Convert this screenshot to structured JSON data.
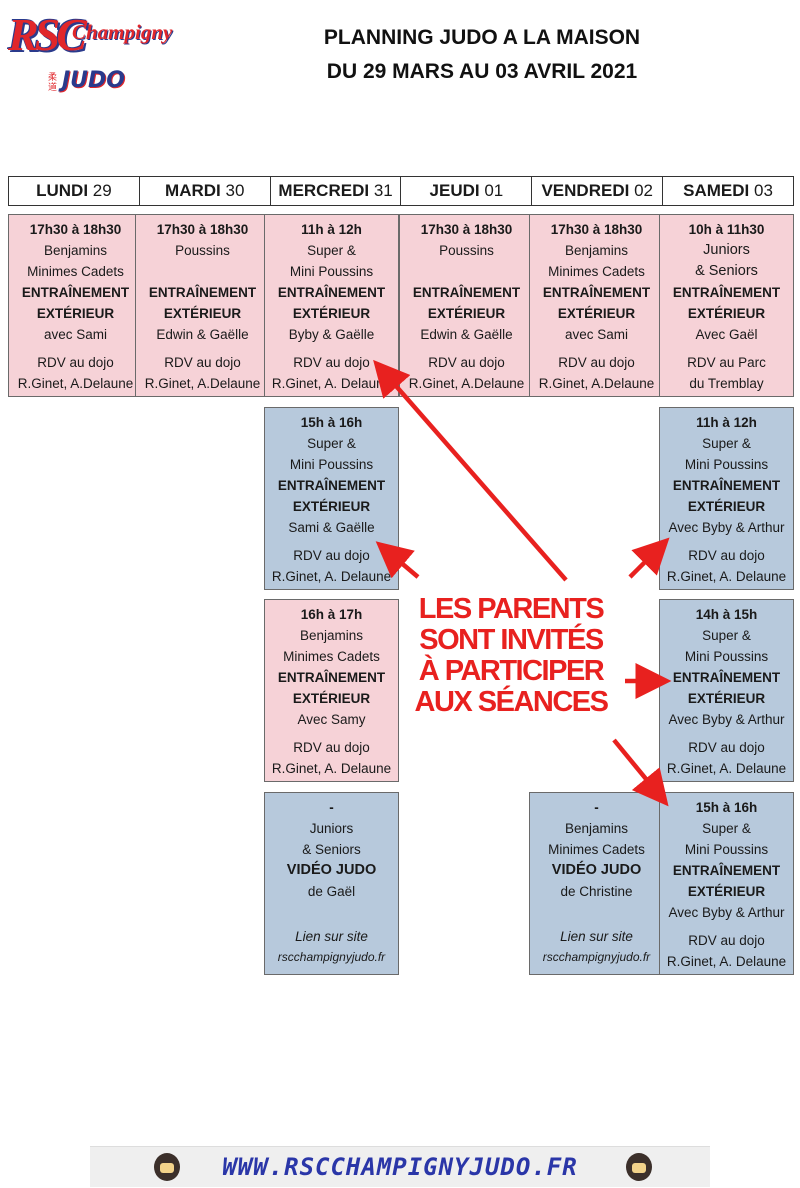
{
  "logo": {
    "rsc": "RSC",
    "champigny": "Champigny",
    "judo": "JUDO",
    "kanji": "柔道"
  },
  "title": {
    "line1": "PLANNING JUDO A LA MAISON",
    "line2": "DU 29 MARS AU 03 AVRIL 2021"
  },
  "days": [
    {
      "name": "LUNDI",
      "num": "29"
    },
    {
      "name": "MARDI",
      "num": "30"
    },
    {
      "name": "MERCREDI",
      "num": "31"
    },
    {
      "name": "JEUDI",
      "num": "01"
    },
    {
      "name": "VENDREDI",
      "num": "02"
    },
    {
      "name": "SAMEDI",
      "num": "03"
    }
  ],
  "row1": [
    {
      "time": "17h30 à 18h30",
      "g1": "Benjamins",
      "g2": "Minimes Cadets",
      "t1": "ENTRAÎNEMENT",
      "t2": "EXTÉRIEUR",
      "coach": "avec  Sami",
      "place1": "RDV au dojo",
      "place2": "R.Ginet, A.Delaune"
    },
    {
      "time": "17h30 à 18h30",
      "g1": "Poussins",
      "g2": "",
      "t1": "ENTRAÎNEMENT",
      "t2": "EXTÉRIEUR",
      "coach": "Edwin & Gaëlle",
      "place1": "RDV au dojo",
      "place2": "R.Ginet, A.Delaune"
    },
    {
      "time": "11h à 12h",
      "g1": "Super &",
      "g2": "Mini Poussins",
      "t1": "ENTRAÎNEMENT",
      "t2": "EXTÉRIEUR",
      "coach": "Byby & Gaëlle",
      "place1": "RDV au dojo",
      "place2": "R.Ginet, A. Delaune"
    },
    {
      "time": "17h30 à 18h30",
      "g1": "Poussins",
      "g2": "",
      "t1": "ENTRAÎNEMENT",
      "t2": "EXTÉRIEUR",
      "coach": "Edwin & Gaëlle",
      "place1": "RDV au dojo",
      "place2": "R.Ginet, A.Delaune"
    },
    {
      "time": "17h30 à 18h30",
      "g1": "Benjamins",
      "g2": "Minimes Cadets",
      "t1": "ENTRAÎNEMENT",
      "t2": "EXTÉRIEUR",
      "coach": "avec  Sami",
      "place1": "RDV au dojo",
      "place2": "R.Ginet, A.Delaune"
    },
    {
      "time": "10h à 11h30",
      "g1": "Juniors",
      "g2": "& Seniors",
      "t1": "ENTRAÎNEMENT",
      "t2": "EXTÉRIEUR",
      "coach": "Avec Gaël",
      "place1": "RDV au Parc",
      "place2": "du Tremblay"
    }
  ],
  "wed": [
    {
      "time": "15h à 16h",
      "g1": "Super &",
      "g2": "Mini Poussins",
      "t1": "ENTRAÎNEMENT",
      "t2": "EXTÉRIEUR",
      "coach": "Sami & Gaëlle",
      "place1": "RDV au dojo",
      "place2": "R.Ginet, A. Delaune"
    },
    {
      "time": "16h à 17h",
      "g1": "Benjamins",
      "g2": "Minimes Cadets",
      "t1": "ENTRAÎNEMENT",
      "t2": "EXTÉRIEUR",
      "coach": "Avec Samy",
      "place1": "RDV au dojo",
      "place2": "R.Ginet, A. Delaune"
    },
    {
      "time": "-",
      "g1": "Juniors",
      "g2": "& Seniors",
      "t1": "VIDÉO JUDO",
      "coach": "de Gaël",
      "link1": "Lien sur site",
      "link2": "rscchampignyjudo.fr"
    }
  ],
  "fri": {
    "time": "-",
    "g1": "Benjamins",
    "g2": "Minimes Cadets",
    "t1": "VIDÉO JUDO",
    "coach": "de Christine",
    "link1": "Lien sur site",
    "link2": "rscchampignyjudo.fr"
  },
  "sat": [
    {
      "time": "11h à 12h",
      "g1": "Super &",
      "g2": "Mini Poussins",
      "t1": "ENTRAÎNEMENT",
      "t2": "EXTÉRIEUR",
      "coach": "Avec Byby & Arthur",
      "place1": "RDV au dojo",
      "place2": "R.Ginet, A. Delaune"
    },
    {
      "time": "14h à 15h",
      "g1": "Super &",
      "g2": "Mini Poussins",
      "t1": "ENTRAÎNEMENT",
      "t2": "EXTÉRIEUR",
      "coach": "Avec Byby & Arthur",
      "place1": "RDV au dojo",
      "place2": "R.Ginet, A. Delaune"
    },
    {
      "time": "15h à 16h",
      "g1": "Super &",
      "g2": "Mini Poussins",
      "t1": "ENTRAÎNEMENT",
      "t2": "EXTÉRIEUR",
      "coach": "Avec Byby & Arthur",
      "place1": "RDV au dojo",
      "place2": "R.Ginet, A. Delaune"
    }
  ],
  "parents": [
    "LES PARENTS",
    "SONT INVITÉS",
    "À PARTICIPER",
    "AUX SÉANCES"
  ],
  "footer": {
    "url": "WWW.RSCCHAMPIGNYJUDO.FR"
  },
  "colors": {
    "pink": "#f6d2d7",
    "blue": "#b7c9dc",
    "red": "#e8211f",
    "navy": "#2a36a8"
  }
}
